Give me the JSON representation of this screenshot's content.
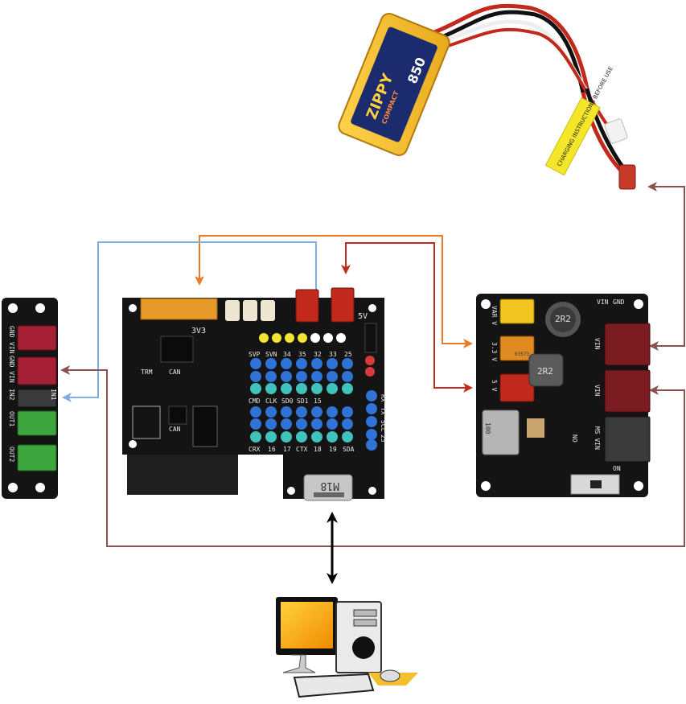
{
  "battery": {
    "brand": "ZIPPY",
    "sub_brand": "COMPACT",
    "capacity": "850",
    "tag_text": "CHARGING INSTRUCTIONS BEFORE USE"
  },
  "left_module": {
    "labels": [
      "GND",
      "VIN",
      "GND VIN",
      "IN2",
      "IN1",
      "OUT1",
      "OUT2"
    ]
  },
  "main_board": {
    "top_labels": [
      "3V3",
      "5V"
    ],
    "row_labels": [
      [
        "SVP",
        "SVN",
        "34",
        "35",
        "32",
        "33",
        "25"
      ],
      [
        "CMD",
        "CLK",
        "SD0",
        "SD1",
        "15"
      ],
      [
        "CRX",
        "16",
        "17",
        "CTX",
        "18",
        "19",
        "SDA"
      ]
    ],
    "side_labels": [
      "TRM",
      "CAN",
      "CAN"
    ],
    "right_labels": [
      "RX",
      "TX",
      "SCL",
      "23"
    ],
    "usb_label": "M18"
  },
  "power_board": {
    "labels": [
      "VAR V",
      "3.3 V",
      "5 V",
      "VIN",
      "GND",
      "VIN",
      "VIN",
      "MS VIN",
      "NO",
      "ON"
    ],
    "inductor_1": "2R2",
    "inductor_2": "2R2",
    "cap_label": "100",
    "connector_id": "63573"
  },
  "colors": {
    "orange_wire": "#ea7a23",
    "red_wire": "#c0291c",
    "blue_wire": "#7faee0",
    "brown_wire": "#8a5250",
    "black_wire": "#000000",
    "pcb": "#141414",
    "pin_blue": "#2f73d6",
    "pin_teal": "#41c3bd",
    "pin_yellow": "#f1e532",
    "pin_red": "#d83a3a"
  },
  "computer": {
    "icon": "desktop-computer-icon"
  }
}
